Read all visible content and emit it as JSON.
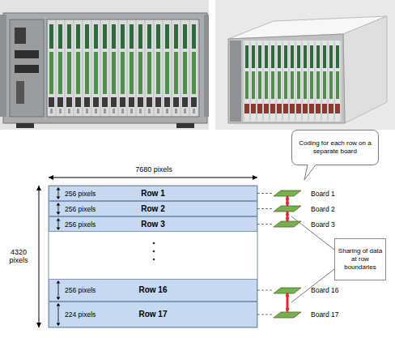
{
  "diagram": {
    "nodes": [
      {
        "text": [
          "Coding for each row on a separate board"
        ]
      },
      {
        "text": [
          "256 pixels",
          "Row 1"
        ]
      },
      {
        "text": [
          "256 pixels",
          "Row 2"
        ]
      },
      {
        "text": [
          "256 pixels",
          "Row 3"
        ]
      },
      {
        "text": [
          "256 pixels",
          "Row 16"
        ]
      },
      {
        "text": [
          "224 pixels",
          "Row 17"
        ]
      },
      {
        "text": [
          "Board 1"
        ]
      },
      {
        "text": [
          "Board 2"
        ]
      },
      {
        "text": [
          "Board 3"
        ]
      },
      {
        "text": [
          "Board 16"
        ]
      },
      {
        "text": [
          "Board 17"
        ]
      },
      {
        "text": [
          "Sharing of data at row boundaries"
        ]
      }
    ],
    "edges": [
      {
        "from": 1,
        "to": 6,
        "arrow": "none"
      },
      {
        "from": 2,
        "to": 7,
        "arrow": "none"
      },
      {
        "from": 3,
        "to": 8,
        "arrow": "none"
      },
      {
        "from": 4,
        "to": 9,
        "arrow": "none"
      },
      {
        "from": 5,
        "to": 10,
        "arrow": "none"
      },
      {
        "from": 6,
        "to": 7,
        "arrow": "both"
      },
      {
        "from": 7,
        "to": 8,
        "arrow": "both"
      },
      {
        "from": 9,
        "to": 10,
        "arrow": "both"
      }
    ],
    "labels": [
      "7680 pixels",
      "4320 pixels"
    ]
  }
}
